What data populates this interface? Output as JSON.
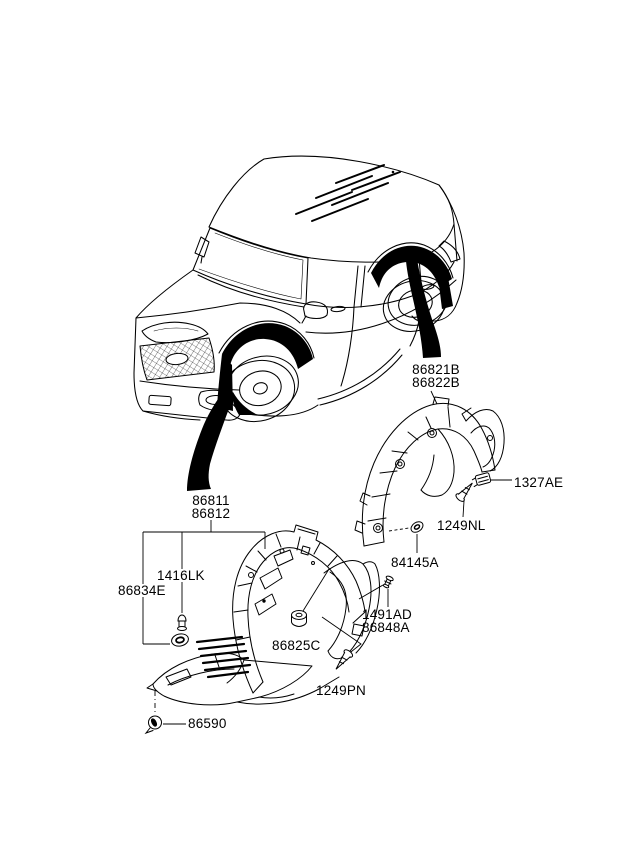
{
  "diagram": {
    "background_color": "#ffffff",
    "ink_color": "#000000"
  },
  "callouts": {
    "c86821b": "86821B",
    "c86822b": "86822B",
    "c1327ae": "1327AE",
    "c1249nl": "1249NL",
    "c84145a": "84145A",
    "c86811": "86811",
    "c86812": "86812",
    "c1416lk": "1416LK",
    "c86834e": "86834E",
    "c86825c": "86825C",
    "c1491ad": "1491AD",
    "c86848a": "86848A",
    "c1249pn": "1249PN",
    "c86590": "86590"
  }
}
